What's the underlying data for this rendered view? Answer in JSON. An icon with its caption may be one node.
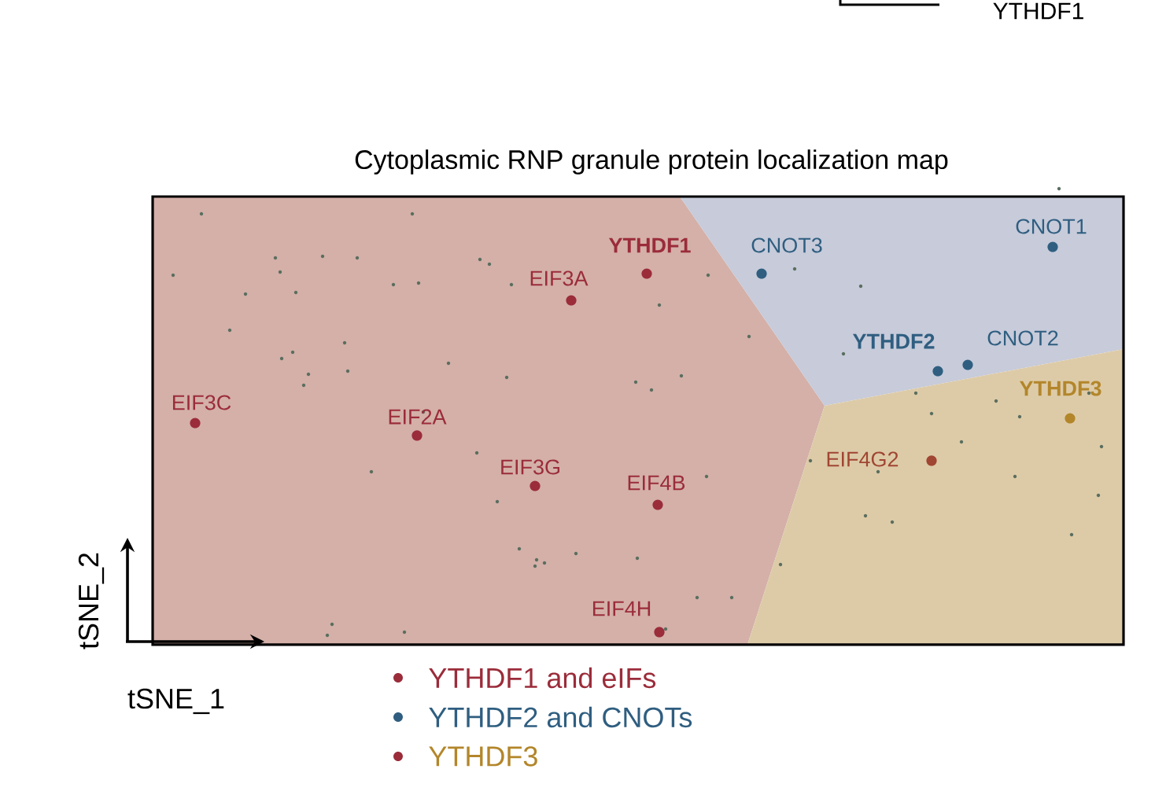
{
  "diagram": {
    "title": "Cytoplasmic RNP granule protein localization map",
    "labels": [
      "YTHDF1",
      "YTHDF1",
      "CNOT3",
      "CNOT1",
      "EIF3A",
      "YTHDF2",
      "CNOT2",
      "YTHDF3",
      "EIF3C",
      "EIF2A",
      "EIF4G2",
      "EIF3G",
      "EIF4B",
      "EIF4H",
      "tSNE_2",
      "tSNE_1"
    ],
    "legend": [
      {
        "text": "YTHDF1 and eIFs",
        "color": "#9b2c3a"
      },
      {
        "text": "YTHDF2 and CNOTs",
        "color": "#2f5e80"
      },
      {
        "text": "YTHDF3",
        "color": "#9b2c3a"
      }
    ]
  }
}
